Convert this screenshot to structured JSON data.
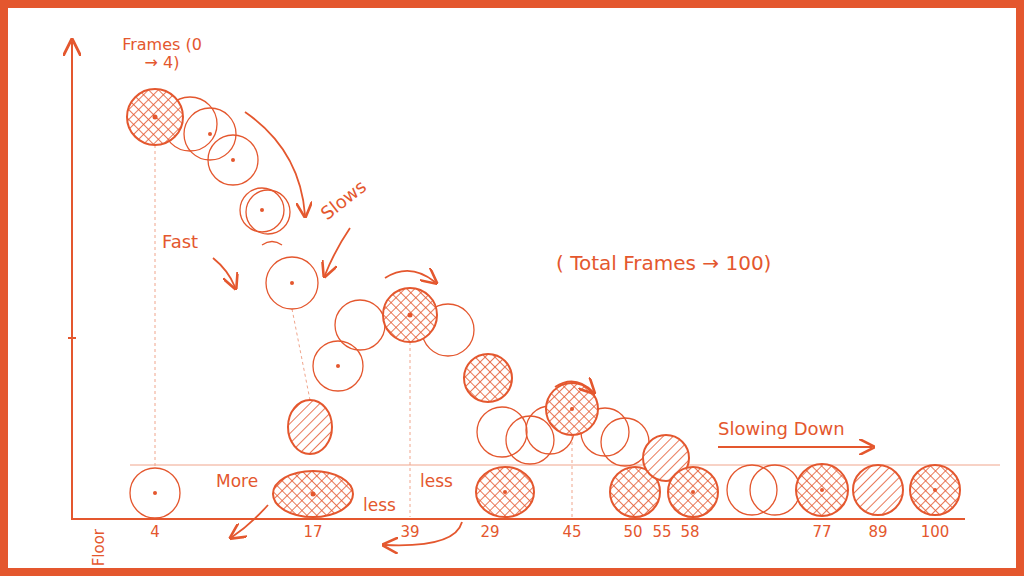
{
  "diagram": {
    "labels": [
      "Frames (0 → 4)",
      "Fast",
      "Slows",
      "( Total Frames → 100)",
      "More",
      "less",
      "less",
      "Slowing Down",
      "Floor",
      "4",
      "17",
      "39",
      "29",
      "45",
      "50",
      "55",
      "58",
      "77",
      "89",
      "100"
    ]
  }
}
